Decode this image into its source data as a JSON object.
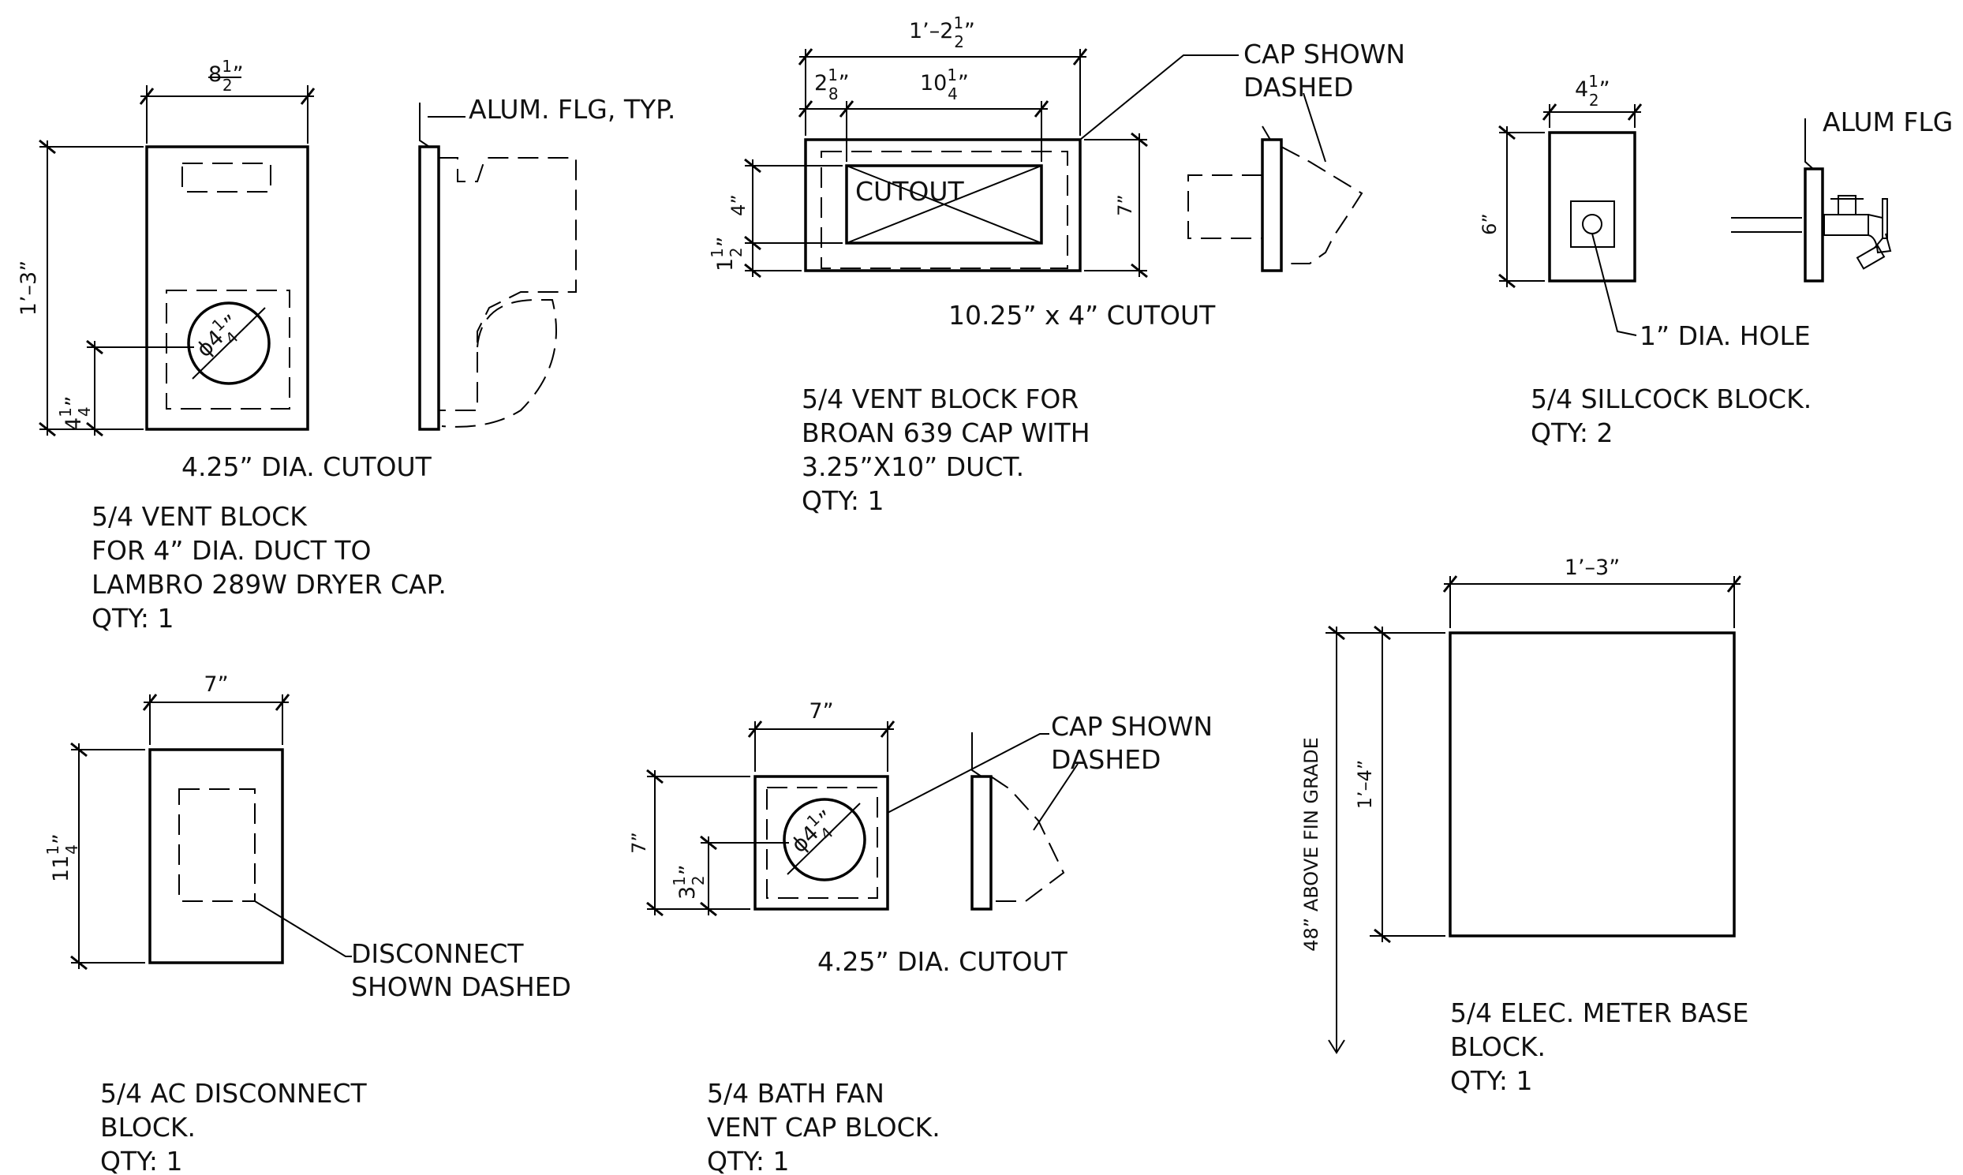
{
  "vent_block_dryer": {
    "dim_width": {
      "whole": "8",
      "num": "1",
      "den": "2",
      "suffix": "”"
    },
    "dim_height": "1’–3”",
    "dim_offset": {
      "whole": "4",
      "num": "1",
      "den": "4",
      "suffix": "”"
    },
    "dia_callout": {
      "whole": "ϕ4",
      "num": "1",
      "den": "4",
      "suffix": "”"
    },
    "flange_note": "ALUM. FLG, TYP.",
    "cutout_note": "4.25” DIA. CUTOUT",
    "title": [
      "5/4 VENT BLOCK",
      "FOR 4” DIA. DUCT TO",
      "LAMBRO 289W DRYER CAP.",
      "QTY: 1"
    ]
  },
  "vent_block_broan": {
    "dim_overall": {
      "whole": "1’–2",
      "num": "1",
      "den": "2",
      "suffix": "”"
    },
    "dim_left": {
      "whole": "2",
      "num": "1",
      "den": "8",
      "suffix": "”"
    },
    "dim_cutout_w": {
      "whole": "10",
      "num": "1",
      "den": "4",
      "suffix": "”"
    },
    "dim_cutout_h": "4”",
    "dim_bottom": {
      "whole": "1",
      "num": "1",
      "den": "2",
      "suffix": "”"
    },
    "dim_height": "7”",
    "cutout_label": "CUTOUT",
    "cap_note": [
      "CAP SHOWN",
      "DASHED"
    ],
    "cutout_note": "10.25” x 4” CUTOUT",
    "title": [
      "5/4 VENT BLOCK FOR",
      "BROAN 639 CAP WITH",
      "3.25”X10” DUCT.",
      "QTY: 1"
    ]
  },
  "sillcock_block": {
    "dim_width": {
      "whole": "4",
      "num": "1",
      "den": "2",
      "suffix": "”"
    },
    "dim_height": "6”",
    "flange_note": "ALUM FLG",
    "hole_note": "1” DIA. HOLE",
    "title": [
      "5/4 SILLCOCK BLOCK.",
      "QTY: 2"
    ]
  },
  "ac_disconnect_block": {
    "dim_width": "7”",
    "dim_height": {
      "whole": "11",
      "num": "1",
      "den": "4",
      "suffix": "”"
    },
    "note": [
      "DISCONNECT",
      "SHOWN DASHED"
    ],
    "title": [
      "5/4 AC DISCONNECT",
      "BLOCK.",
      "QTY: 1"
    ]
  },
  "bath_fan_block": {
    "dim_width": "7”",
    "dim_height": "7”",
    "dim_offset": {
      "whole": "3",
      "num": "1",
      "den": "2",
      "suffix": "”"
    },
    "dia_callout": {
      "whole": "ϕ4",
      "num": "1",
      "den": "4",
      "suffix": "”"
    },
    "cap_note": [
      "CAP SHOWN",
      "DASHED"
    ],
    "cutout_note": "4.25” DIA. CUTOUT",
    "title": [
      "5/4 BATH FAN",
      "VENT CAP BLOCK.",
      "QTY: 1"
    ]
  },
  "meter_base_block": {
    "dim_width": "1’–3”",
    "dim_height": "1’–4”",
    "dim_grade": "48” ABOVE FIN GRADE",
    "title": [
      "5/4 ELEC. METER BASE",
      "BLOCK.",
      "QTY: 1"
    ]
  }
}
